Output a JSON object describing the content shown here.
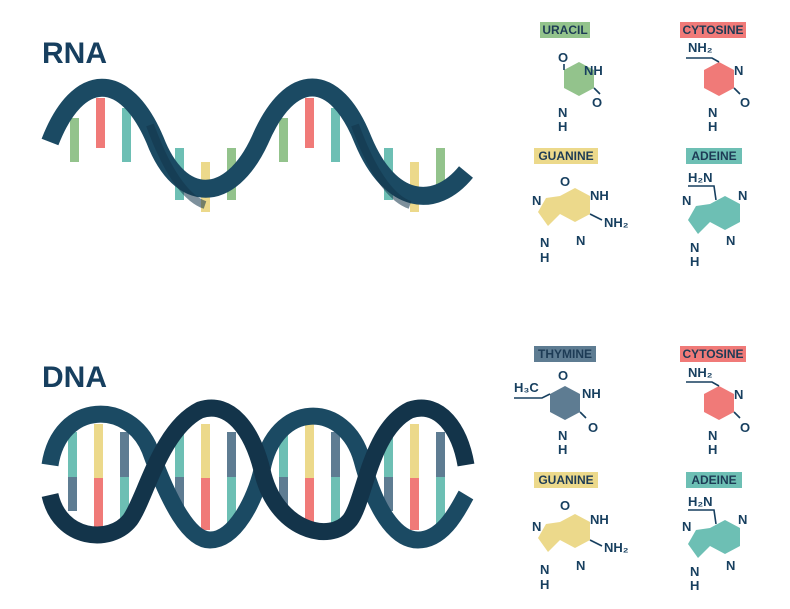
{
  "rna": {
    "title": "RNA",
    "molecules": {
      "uracil": {
        "name": "URACIL",
        "atoms": [
          "O",
          "NH",
          "N",
          "H",
          "O"
        ]
      },
      "cytosine": {
        "name": "CYTOSINE",
        "atoms": [
          "NH₂",
          "N",
          "N",
          "H",
          "O"
        ]
      },
      "guanine": {
        "name": "GUANINE",
        "atoms": [
          "O",
          "NH",
          "N",
          "N",
          "H",
          "N",
          "NH₂"
        ]
      },
      "adenine": {
        "name": "ADEINE",
        "atoms": [
          "H₂N",
          "N",
          "N",
          "N",
          "H",
          "N"
        ]
      }
    }
  },
  "dna": {
    "title": "DNA",
    "molecules": {
      "thymine": {
        "name": "THYMINE",
        "atoms": [
          "H₃C",
          "O",
          "NH",
          "N",
          "H",
          "O"
        ]
      },
      "cytosine": {
        "name": "CYTOSINE",
        "atoms": [
          "NH₂",
          "N",
          "N",
          "H",
          "O"
        ]
      },
      "guanine": {
        "name": "GUANINE",
        "atoms": [
          "O",
          "NH",
          "N",
          "N",
          "H",
          "N",
          "NH₂"
        ]
      },
      "adenine": {
        "name": "ADEINE",
        "atoms": [
          "H₂N",
          "N",
          "N",
          "N",
          "H",
          "N"
        ]
      }
    }
  },
  "colors": {
    "backbone": "#1b4a63",
    "backbone_dark": "#13344a",
    "uracil": "#93c38c",
    "cytosine": "#f07a78",
    "guanine": "#ecd98b",
    "adenine": "#6dbfb4",
    "thymine": "#5e7c92",
    "text": "#173f5f"
  }
}
